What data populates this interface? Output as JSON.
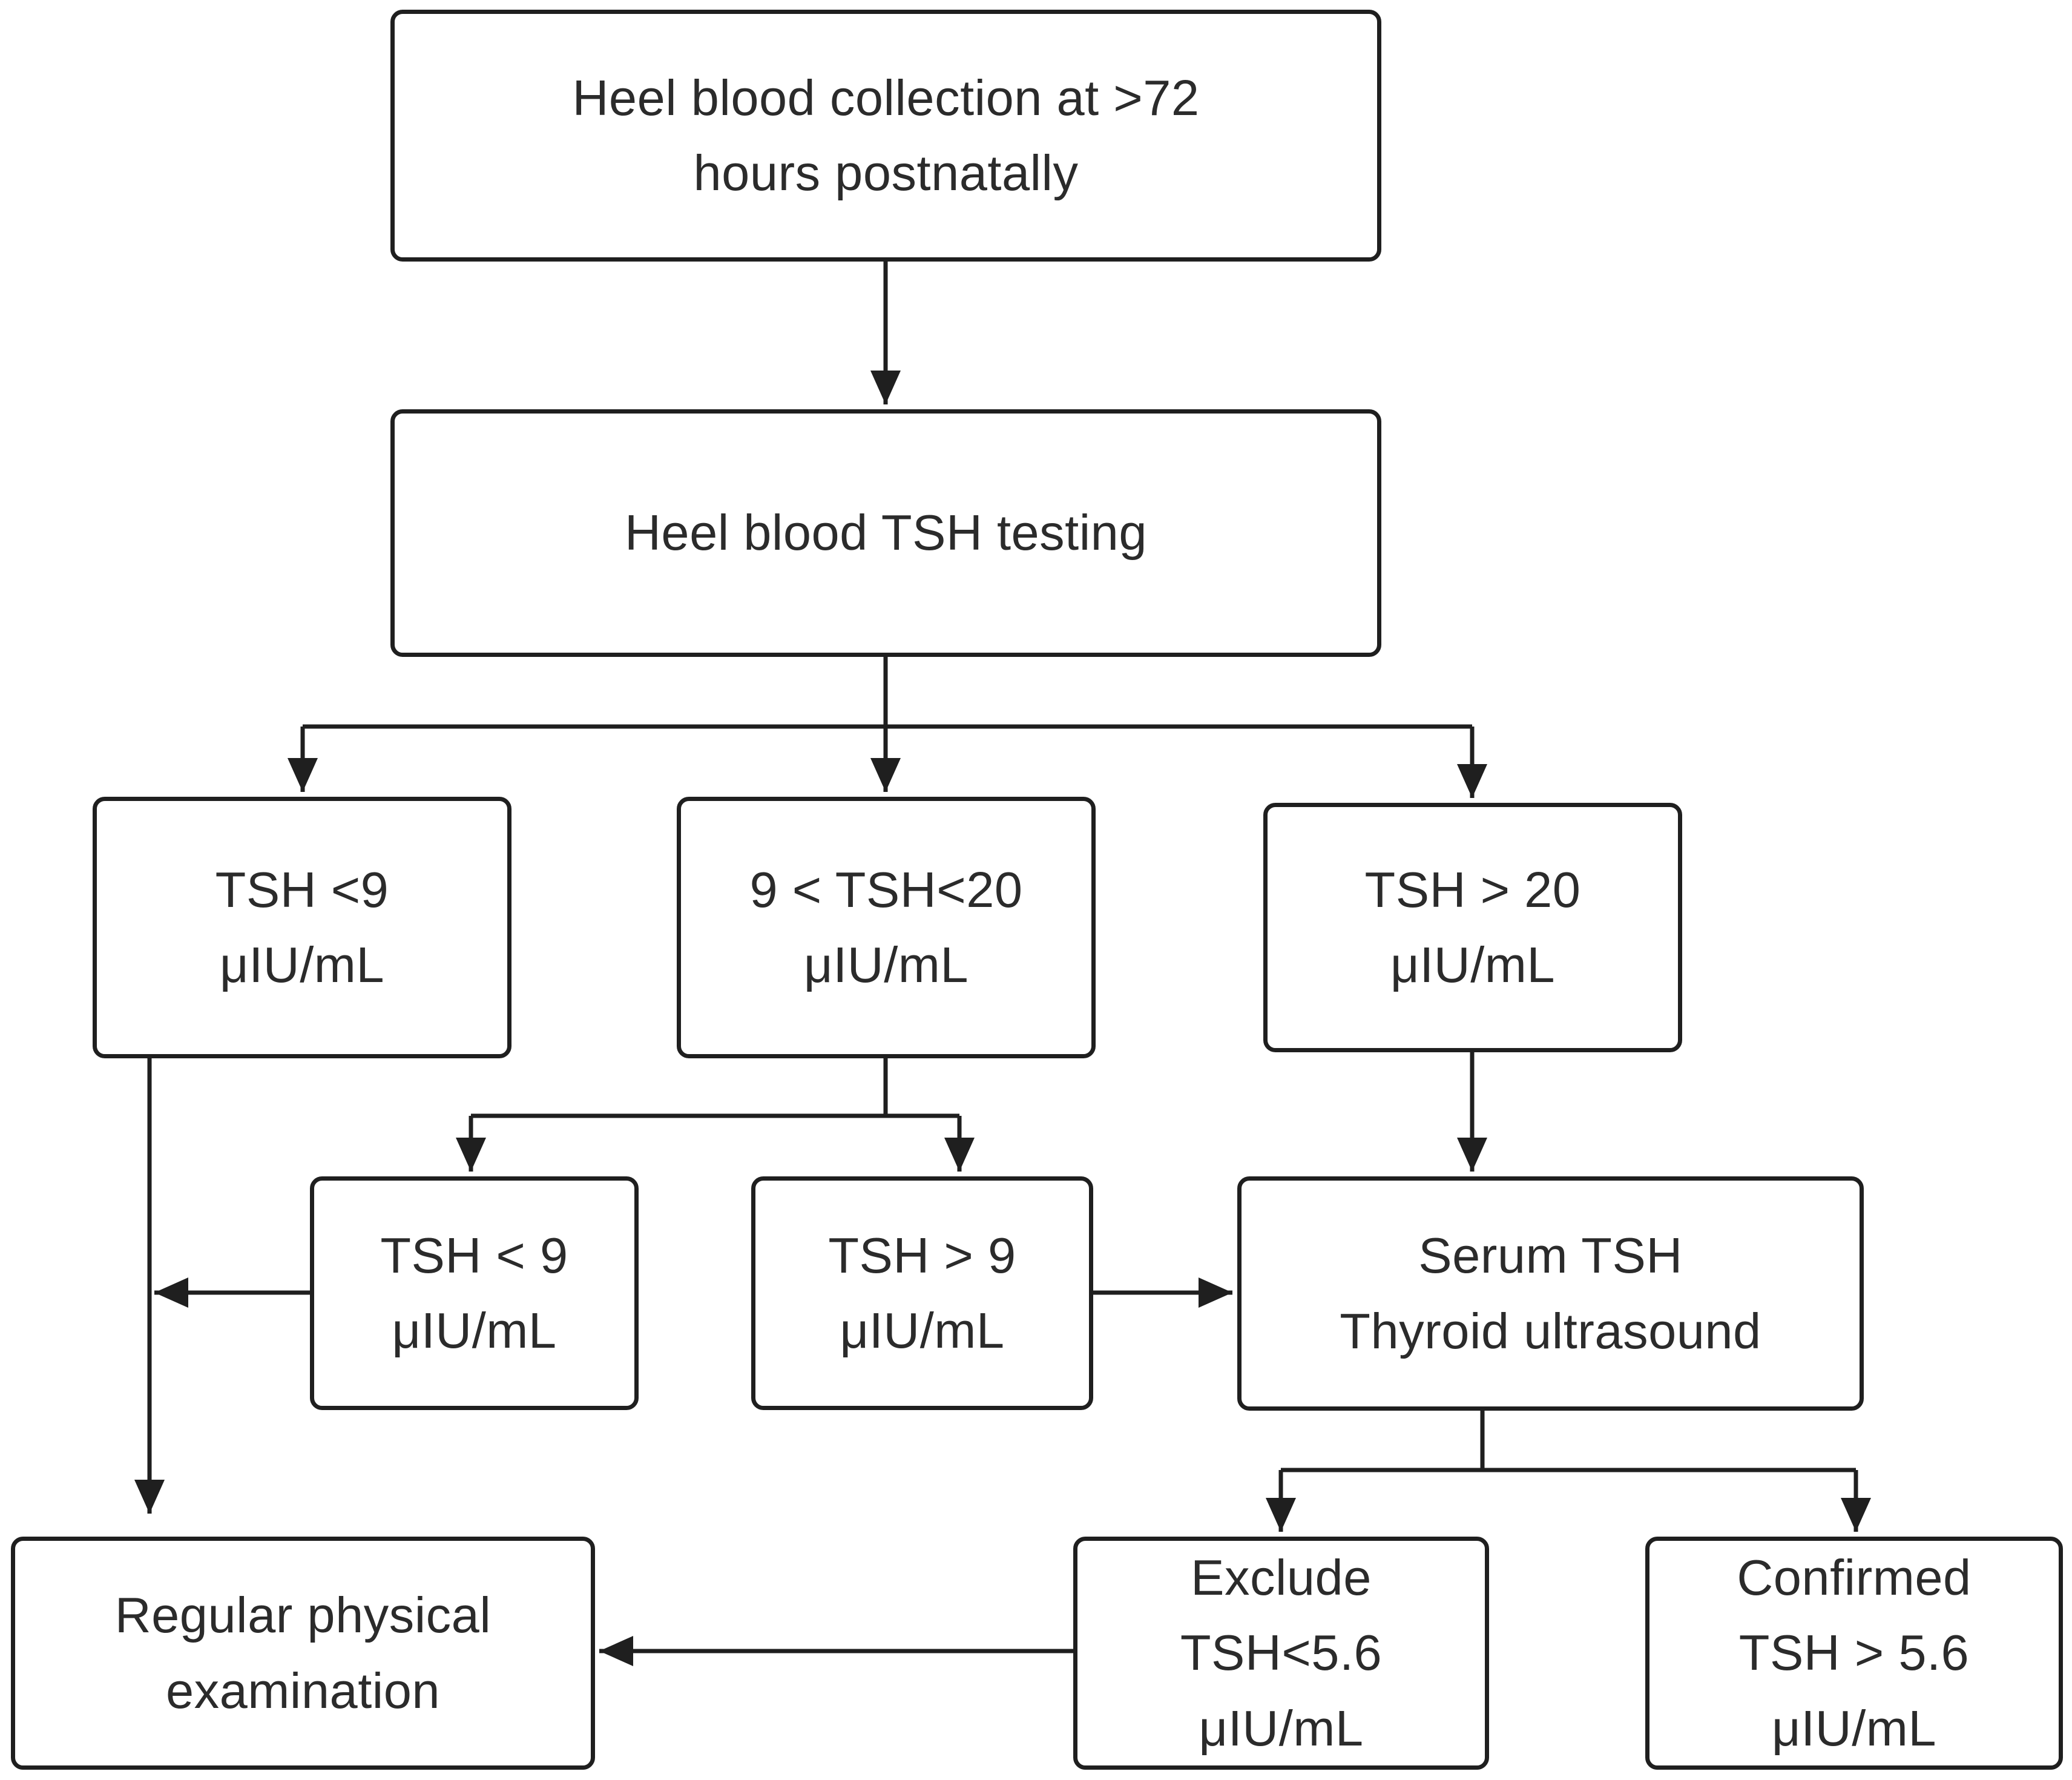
{
  "flowchart": {
    "collection": {
      "line1": "Heel blood collection at >72",
      "line2": "hours postnatally"
    },
    "testing": {
      "line1": "Heel blood TSH testing"
    },
    "tsh_low": {
      "line1": "TSH <9",
      "line2": "μIU/mL"
    },
    "tsh_mid": {
      "line1": "9 < TSH<20",
      "line2": "μIU/mL"
    },
    "tsh_high": {
      "line1": "TSH  > 20",
      "line2": "μIU/mL"
    },
    "retest_low": {
      "line1": "TSH  < 9",
      "line2": "μIU/mL"
    },
    "retest_high": {
      "line1": "TSH  > 9",
      "line2": "μIU/mL"
    },
    "serum": {
      "line1": "Serum TSH",
      "line2": "Thyroid ultrasound"
    },
    "regular_exam": {
      "line1": "Regular physical",
      "line2": "examination"
    },
    "exclude": {
      "line1": "Exclude",
      "line2": "TSH<5.6",
      "line3": "μIU/mL"
    },
    "confirmed": {
      "line1": "Confirmed",
      "line2": "TSH > 5.6",
      "line3": "μIU/mL"
    }
  },
  "colors": {
    "stroke": "#1f1f1f",
    "text": "#2b2b2b",
    "background": "#ffffff"
  }
}
